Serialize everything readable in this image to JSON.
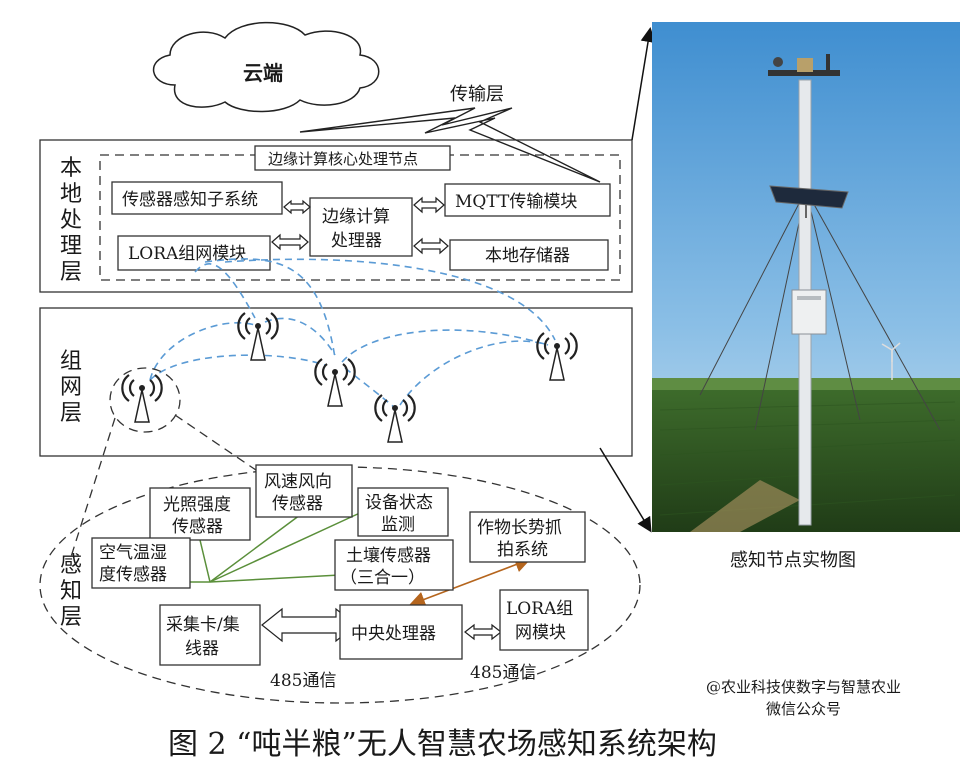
{
  "cloud_label": "云端",
  "transport_layer": "传输层",
  "local_layer": {
    "label_chars": [
      "本",
      "地",
      "处",
      "理",
      "层"
    ],
    "edge_node_title": "边缘计算核心处理节点",
    "sensor_subsystem": "传感器感知子系统",
    "lora_module": "LORA组网模块",
    "edge_processor": [
      "边缘计算",
      "处理器"
    ],
    "mqtt_module": "MQTT传输模块",
    "local_storage": "本地存储器"
  },
  "network_layer": {
    "label_chars": [
      "组",
      "网",
      "层"
    ]
  },
  "sensing_layer": {
    "label_chars": [
      "感",
      "知",
      "层"
    ],
    "light_sensor": [
      "光照强度",
      "传感器"
    ],
    "wind_sensor": [
      "风速风向",
      "传感器"
    ],
    "device_monitor": [
      "设备状态",
      "监测"
    ],
    "crop_capture": [
      "作物长势抓",
      "拍系统"
    ],
    "air_sensor": [
      "空气温湿",
      "度传感器"
    ],
    "soil_sensor": [
      "土壤传感器",
      "（三合一）"
    ],
    "collector": [
      "采集卡/集",
      "线器"
    ],
    "central_processor": "中央处理器",
    "lora_module": [
      "LORA组",
      "网模块"
    ],
    "comm_485_left": "485通信",
    "comm_485_right": "485通信"
  },
  "photo_caption": "感知节点实物图",
  "watermark": [
    "@农业科技侠数字与智慧农业",
    "微信公众号"
  ],
  "figure_caption": "图 2 “吨半粮”无人智慧农场感知系统架构"
}
